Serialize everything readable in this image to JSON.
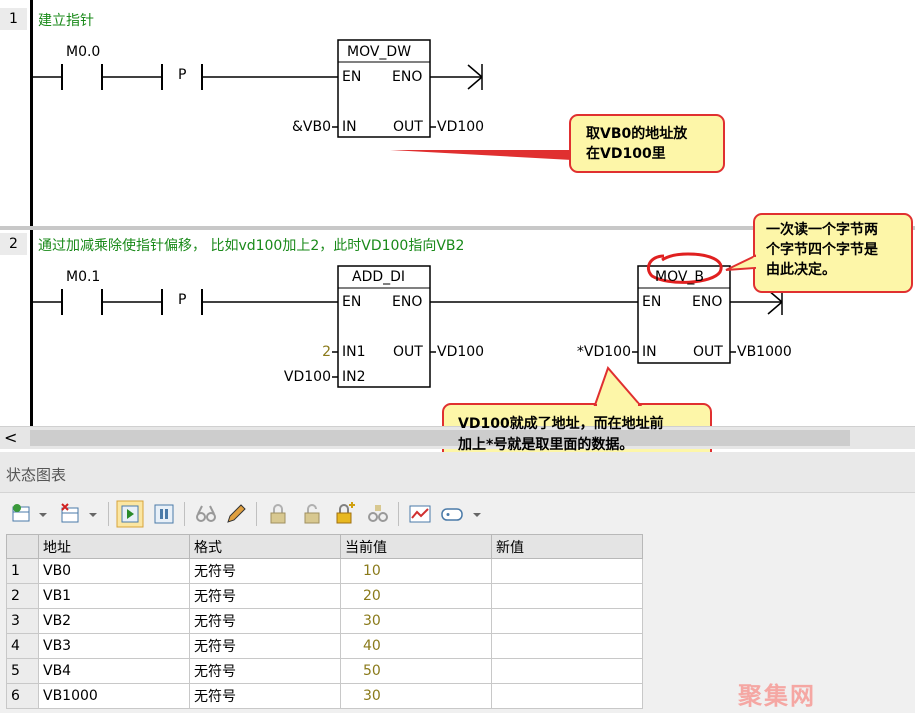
{
  "networks": [
    {
      "number": "1",
      "comment": "建立指针",
      "contact_label": "M0.0",
      "edge_label": "P",
      "box": {
        "title": "MOV_DW",
        "en": "EN",
        "eno": "ENO",
        "in": "IN",
        "out": "OUT"
      },
      "in_operand": "&VB0",
      "out_operand": "VD100"
    },
    {
      "number": "2",
      "comment": "通过加减乘除使指针偏移， 比如vd100加上2，此时VD100指向VB2",
      "contact_label": "M0.1",
      "edge_label": "P",
      "box1": {
        "title": "ADD_DI",
        "en": "EN",
        "eno": "ENO",
        "in1": "IN1",
        "in2": "IN2",
        "out": "OUT"
      },
      "in1_operand": "2",
      "in2_operand": "VD100",
      "out_operand": "VD100",
      "box2": {
        "title": "MOV_B",
        "en": "EN",
        "eno": "ENO",
        "in": "IN",
        "out": "OUT"
      },
      "box2_in_operand": "*VD100",
      "box2_out_operand": "VB1000"
    }
  ],
  "callouts": {
    "c1_line1": "取VB0的地址放",
    "c1_line2": "在VD100里",
    "c2_line1": "一次读一个字节两",
    "c2_line2": "个字节四个字节是",
    "c2_line3": "由此决定。",
    "c3_line1": "VD100就成了地址，而在地址前",
    "c3_line2": "加上*号就是取里面的数据。"
  },
  "scrollbar": {
    "left_arrow": "<"
  },
  "status_chart": {
    "title": "状态图表",
    "columns": [
      "地址",
      "格式",
      "当前值",
      "新值"
    ],
    "rows": [
      {
        "n": "1",
        "address": "VB0",
        "format": "无符号",
        "value": "10",
        "new": ""
      },
      {
        "n": "2",
        "address": "VB1",
        "format": "无符号",
        "value": "20",
        "new": ""
      },
      {
        "n": "3",
        "address": "VB2",
        "format": "无符号",
        "value": "30",
        "new": ""
      },
      {
        "n": "4",
        "address": "VB3",
        "format": "无符号",
        "value": "40",
        "new": ""
      },
      {
        "n": "5",
        "address": "VB4",
        "format": "无符号",
        "value": "50",
        "new": ""
      },
      {
        "n": "6",
        "address": "VB1000",
        "format": "无符号",
        "value": "30",
        "new": ""
      }
    ]
  },
  "watermark": "聚集网",
  "colors": {
    "comment": "#1a8a1a",
    "callout_fill": "#fdf6a8",
    "callout_border": "#e03030",
    "value": "#8a7a1a"
  }
}
